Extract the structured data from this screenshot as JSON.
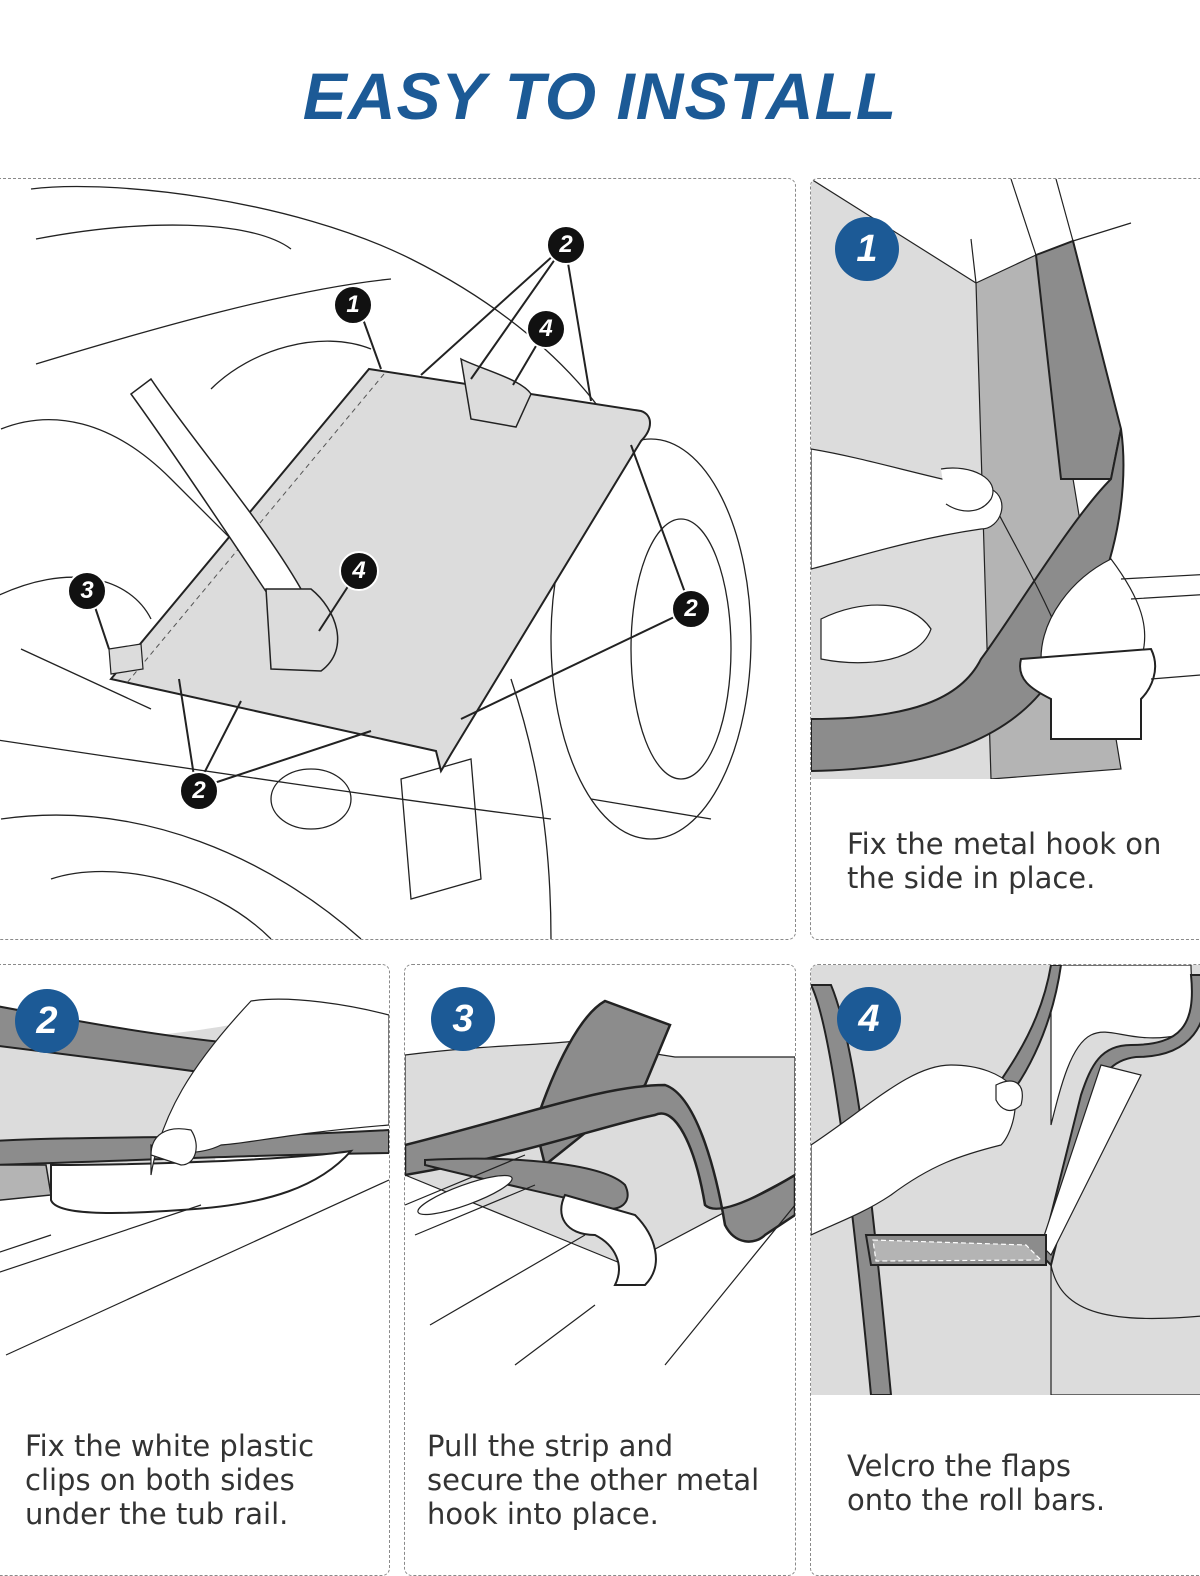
{
  "header": {
    "title": "EASY TO INSTALL"
  },
  "colors": {
    "accent": "#1c5a96",
    "caption_text": "#333333",
    "cover_fill": "#dcdcdc",
    "strap_fill": "#8c8c8c"
  },
  "overview": {
    "callouts": [
      {
        "label": "1",
        "part": "metal hook (side)"
      },
      {
        "label": "2",
        "part": "white plastic clips (top)"
      },
      {
        "label": "4",
        "part": "roll bar flap (top)"
      },
      {
        "label": "4",
        "part": "roll bar flap (bottom)"
      },
      {
        "label": "3",
        "part": "other metal hook"
      },
      {
        "label": "2",
        "part": "white plastic clips (right)"
      },
      {
        "label": "2",
        "part": "white plastic clips (bottom)"
      }
    ]
  },
  "steps": [
    {
      "number": "1",
      "caption": "Fix the metal hook on\nthe side in place."
    },
    {
      "number": "2",
      "caption": "Fix the white plastic\nclips on both sides\nunder the tub rail."
    },
    {
      "number": "3",
      "caption": "Pull the strip and\nsecure the other metal\nhook into place."
    },
    {
      "number": "4",
      "caption": "Velcro the flaps\nonto the roll bars."
    }
  ]
}
